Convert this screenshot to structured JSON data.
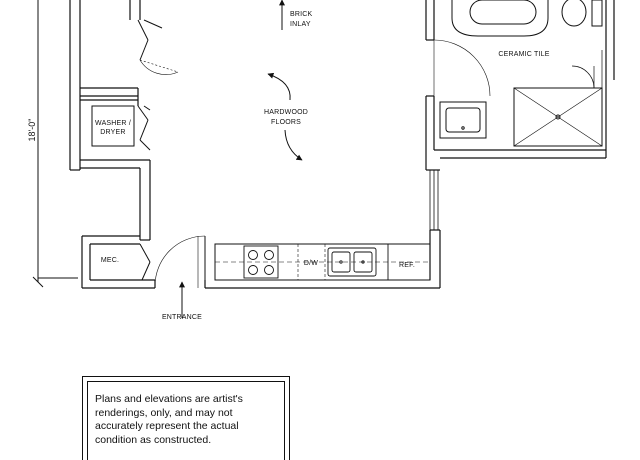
{
  "labels": {
    "brick_inlay_1": "BRICK",
    "brick_inlay_2": "INLAY",
    "ceramic_tile": "CERAMIC TILE",
    "hardwood_1": "HARDWOOD",
    "hardwood_2": "FLOORS",
    "washer_1": "WASHER /",
    "washer_2": "DRYER",
    "mec": "MEC.",
    "dw": "D/W",
    "ref": "REF.",
    "entrance": "ENTRANCE",
    "dimension": "18'-0\""
  },
  "disclaimer": {
    "line1": "Plans and elevations are artist's",
    "line2": "renderings, only, and may not",
    "line3": "accurately represent the actual",
    "line4": "condition as constructed."
  },
  "colors": {
    "line": "#111111",
    "background": "#ffffff"
  }
}
